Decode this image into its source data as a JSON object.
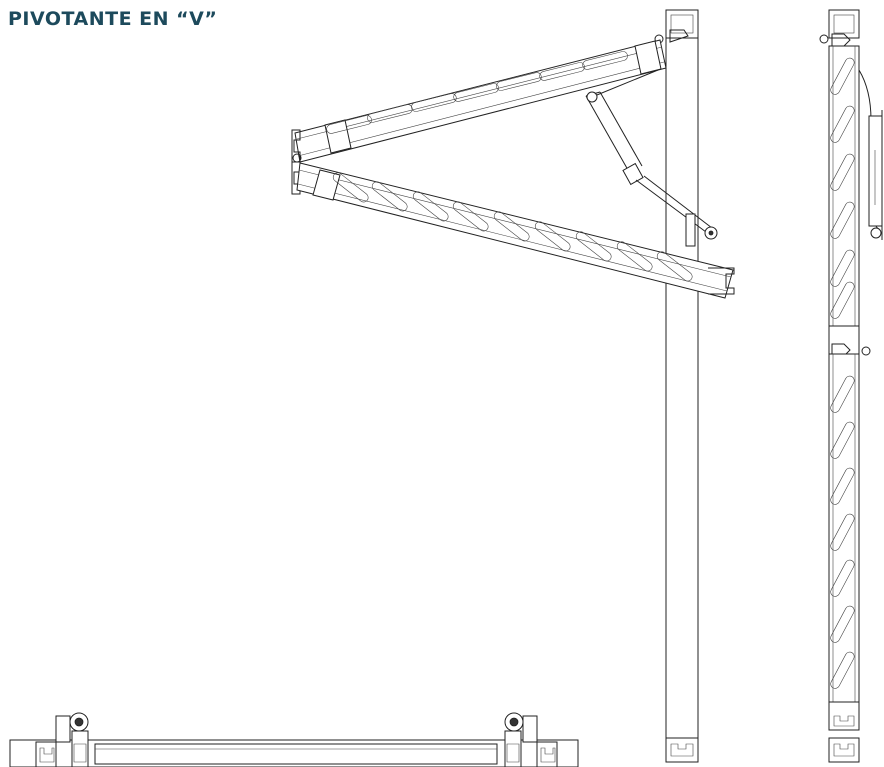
{
  "title": "PIVOTANTE EN “V”",
  "colors": {
    "title": "#1d4a5c",
    "line": "#222222",
    "background": "#ffffff"
  },
  "views": [
    {
      "name": "side-view-open-v"
    },
    {
      "name": "side-view-folded"
    },
    {
      "name": "top-view"
    }
  ]
}
